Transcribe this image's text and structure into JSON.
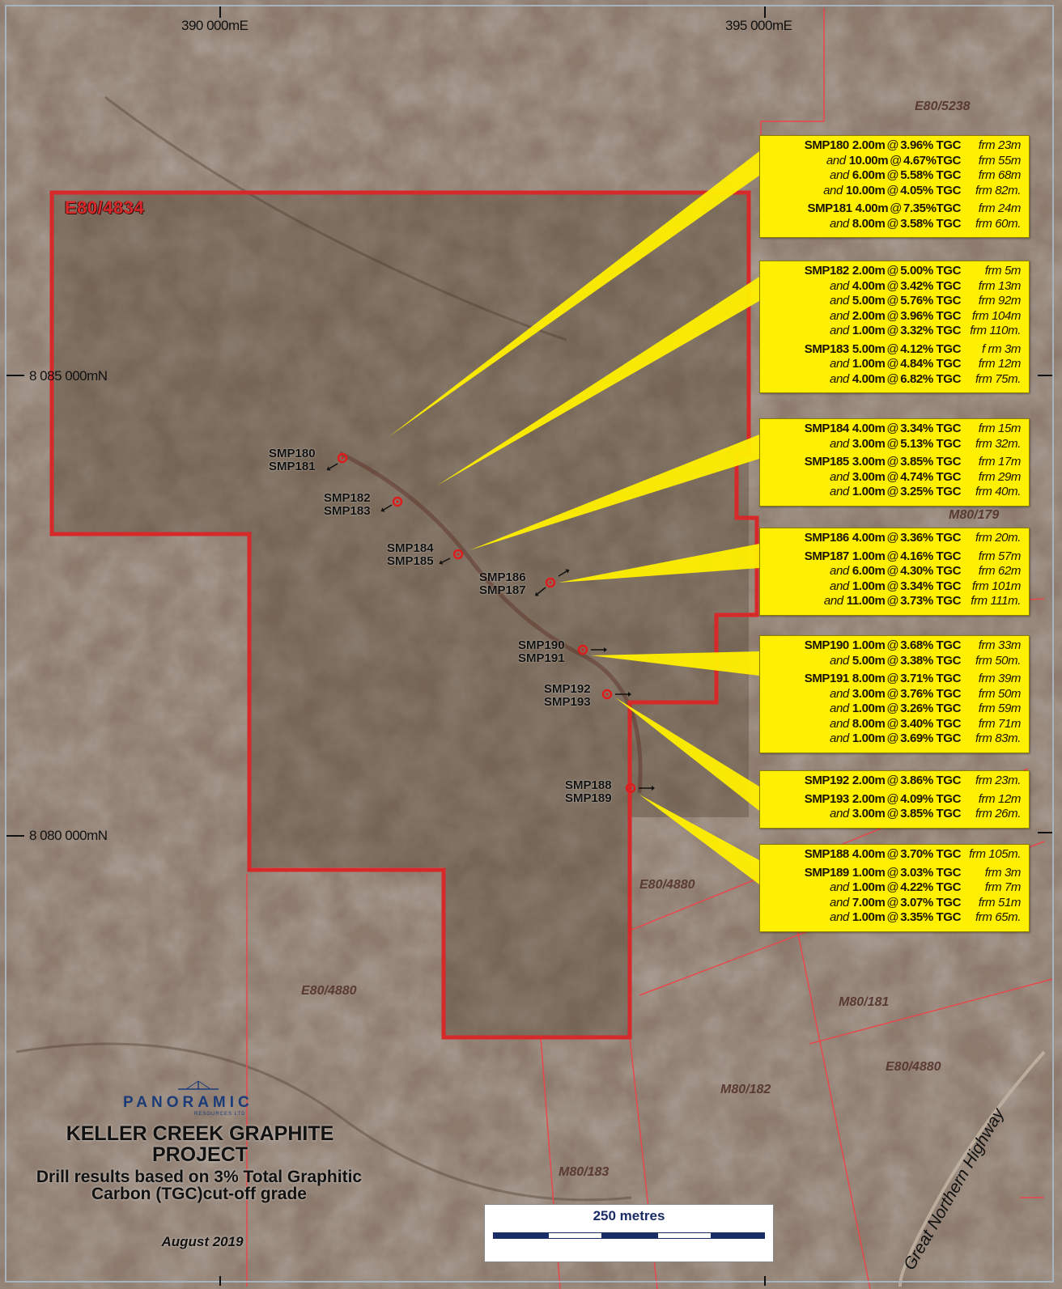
{
  "map": {
    "title": "KELLER CREEK GRAPHITE PROJECT",
    "subtitle": "Drill results based on 3% Total Graphitic Carbon (TGC)cut-off grade",
    "date": "August 2019",
    "logo": {
      "name": "PANORAMIC",
      "tagline": "RESOURCES LTD"
    },
    "scale_label": "250 metres",
    "grid": {
      "eastings": [
        "390 000mE",
        "395 000mE"
      ],
      "northings": [
        "8 085 000mN",
        "8 080 000mN"
      ]
    },
    "road_label": "Great Northern Highway",
    "colors": {
      "tenement_boundary": "#d7282a",
      "callout": "#ffef00",
      "terrain_dark": "#5c4a3a",
      "terrain_light": "#8a7a6c"
    }
  },
  "tenements": [
    "E80/4834",
    "E80/5238",
    "M80/179",
    "E80/4880",
    "E80/4880",
    "M80/181",
    "E80/4880",
    "M80/182",
    "M80/183"
  ],
  "holes": [
    {
      "ids": [
        "SMP180",
        "SMP181"
      ]
    },
    {
      "ids": [
        "SMP182",
        "SMP183"
      ]
    },
    {
      "ids": [
        "SMP184",
        "SMP185"
      ]
    },
    {
      "ids": [
        "SMP186",
        "SMP187"
      ]
    },
    {
      "ids": [
        "SMP190",
        "SMP191"
      ]
    },
    {
      "ids": [
        "SMP192",
        "SMP193"
      ]
    },
    {
      "ids": [
        "SMP188",
        "SMP189"
      ]
    }
  ],
  "results": [
    [
      [
        {
          "pre": "SMP180",
          "len": "2.00m",
          "grade": "3.96% TGC",
          "from": "frm 23m"
        },
        {
          "pre": "and",
          "len": "10.00m",
          "grade": "4.67%TGC",
          "from": "frm 55m"
        },
        {
          "pre": "and",
          "len": "6.00m",
          "grade": "5.58% TGC",
          "from": "frm 68m"
        },
        {
          "pre": "and",
          "len": "10.00m",
          "grade": "4.05% TGC",
          "from": "frm 82m."
        }
      ],
      [
        {
          "pre": "SMP181",
          "len": "4.00m",
          "grade": "7.35%TGC",
          "from": "frm 24m"
        },
        {
          "pre": "and",
          "len": "8.00m",
          "grade": "3.58% TGC",
          "from": "frm 60m."
        }
      ]
    ],
    [
      [
        {
          "pre": "SMP182",
          "len": "2.00m",
          "grade": "5.00% TGC",
          "from": "frm 5m"
        },
        {
          "pre": "and",
          "len": "4.00m",
          "grade": "3.42% TGC",
          "from": "frm 13m"
        },
        {
          "pre": "and",
          "len": "5.00m",
          "grade": "5.76% TGC",
          "from": "frm 92m"
        },
        {
          "pre": "and",
          "len": "2.00m",
          "grade": "3.96% TGC",
          "from": "frm 104m"
        },
        {
          "pre": "and",
          "len": "1.00m",
          "grade": "3.32% TGC",
          "from": "frm 110m."
        }
      ],
      [
        {
          "pre": "SMP183",
          "len": "5.00m",
          "grade": "4.12% TGC",
          "from": "f rm 3m"
        },
        {
          "pre": "and",
          "len": "1.00m",
          "grade": "4.84% TGC",
          "from": "frm 12m"
        },
        {
          "pre": "and",
          "len": "4.00m",
          "grade": "6.82% TGC",
          "from": "frm 75m."
        }
      ]
    ],
    [
      [
        {
          "pre": "SMP184",
          "len": "4.00m",
          "grade": "3.34% TGC",
          "from": "frm 15m"
        },
        {
          "pre": "and",
          "len": "3.00m",
          "grade": "5.13% TGC",
          "from": "frm 32m."
        }
      ],
      [
        {
          "pre": "SMP185",
          "len": "3.00m",
          "grade": "3.85% TGC",
          "from": "frm 17m"
        },
        {
          "pre": "and",
          "len": "3.00m",
          "grade": "4.74% TGC",
          "from": "frm 29m"
        },
        {
          "pre": "and",
          "len": "1.00m",
          "grade": "3.25% TGC",
          "from": "frm 40m."
        }
      ]
    ],
    [
      [
        {
          "pre": "SMP186",
          "len": "4.00m",
          "grade": "3.36% TGC",
          "from": "frm 20m."
        }
      ],
      [
        {
          "pre": "SMP187",
          "len": "1.00m",
          "grade": "4.16% TGC",
          "from": "frm 57m"
        },
        {
          "pre": "and",
          "len": "6.00m",
          "grade": "4.30% TGC",
          "from": "frm 62m"
        },
        {
          "pre": "and",
          "len": "1.00m",
          "grade": "3.34% TGC",
          "from": "frm 101m"
        },
        {
          "pre": "and",
          "len": "11.00m",
          "grade": "3.73% TGC",
          "from": "frm 111m."
        }
      ]
    ],
    [
      [
        {
          "pre": "SMP190",
          "len": "1.00m",
          "grade": "3.68% TGC",
          "from": "frm 33m"
        },
        {
          "pre": "and",
          "len": "5.00m",
          "grade": "3.38% TGC",
          "from": "frm 50m."
        }
      ],
      [
        {
          "pre": "SMP191",
          "len": "8.00m",
          "grade": "3.71% TGC",
          "from": "frm 39m"
        },
        {
          "pre": "and",
          "len": "3.00m",
          "grade": "3.76% TGC",
          "from": "frm 50m"
        },
        {
          "pre": "and",
          "len": "1.00m",
          "grade": "3.26% TGC",
          "from": "frm 59m"
        },
        {
          "pre": "and",
          "len": "8.00m",
          "grade": "3.40% TGC",
          "from": "frm 71m"
        },
        {
          "pre": "and",
          "len": "1.00m",
          "grade": "3.69% TGC",
          "from": "frm 83m."
        }
      ]
    ],
    [
      [
        {
          "pre": "SMP192",
          "len": "2.00m",
          "grade": "3.86% TGC",
          "from": "frm 23m."
        }
      ],
      [
        {
          "pre": "SMP193",
          "len": "2.00m",
          "grade": "4.09% TGC",
          "from": "frm 12m"
        },
        {
          "pre": "and",
          "len": "3.00m",
          "grade": "3.85% TGC",
          "from": "frm 26m."
        }
      ]
    ],
    [
      [
        {
          "pre": "SMP188",
          "len": "4.00m",
          "grade": "3.70% TGC",
          "from": "frm 105m."
        }
      ],
      [
        {
          "pre": "SMP189",
          "len": "1.00m",
          "grade": "3.03% TGC",
          "from": "frm 3m"
        },
        {
          "pre": "and",
          "len": "1.00m",
          "grade": "4.22% TGC",
          "from": "frm 7m"
        },
        {
          "pre": "and",
          "len": "7.00m",
          "grade": "3.07% TGC",
          "from": "frm 51m"
        },
        {
          "pre": "and",
          "len": "1.00m",
          "grade": "3.35% TGC",
          "from": "frm 65m."
        }
      ]
    ]
  ]
}
